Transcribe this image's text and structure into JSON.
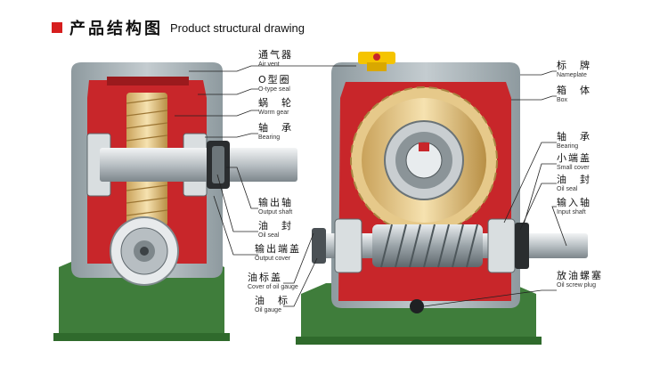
{
  "header": {
    "title_cn": "产品结构图",
    "title_en": "Product structural drawing",
    "accent": "#d61e1e"
  },
  "colors": {
    "housing_red": "#c8262a",
    "casing_gray": "#a9b4b8",
    "base_green": "#3f7d3b",
    "steel": "#c9ced1",
    "brass": "#e6c98a",
    "vent_yellow": "#f5c400"
  },
  "center_labels": [
    {
      "cn": "通气器",
      "en": "Air vent"
    },
    {
      "cn": "O型圈",
      "en": "O-type seal"
    },
    {
      "cn": "蜗　轮",
      "en": "Worm gear"
    },
    {
      "cn": "轴　承",
      "en": "Bearing"
    },
    {
      "cn": "输出轴",
      "en": "Output shaft"
    },
    {
      "cn": "油　封",
      "en": "Oil seal"
    },
    {
      "cn": "输出端盖",
      "en": "Output cover"
    },
    {
      "cn": "油标盖",
      "en": "Cover of oil gauge"
    },
    {
      "cn": "油　标",
      "en": "Oil gauge"
    }
  ],
  "right_labels": [
    {
      "cn": "标　牌",
      "en": "Nameplate"
    },
    {
      "cn": "箱　体",
      "en": "Box"
    },
    {
      "cn": "轴　承",
      "en": "Bearing"
    },
    {
      "cn": "小端盖",
      "en": "Small cover"
    },
    {
      "cn": "油　封",
      "en": "Oil seal"
    },
    {
      "cn": "输入轴",
      "en": "Input shaft"
    },
    {
      "cn": "放油螺塞",
      "en": "Oil screw plug"
    }
  ]
}
